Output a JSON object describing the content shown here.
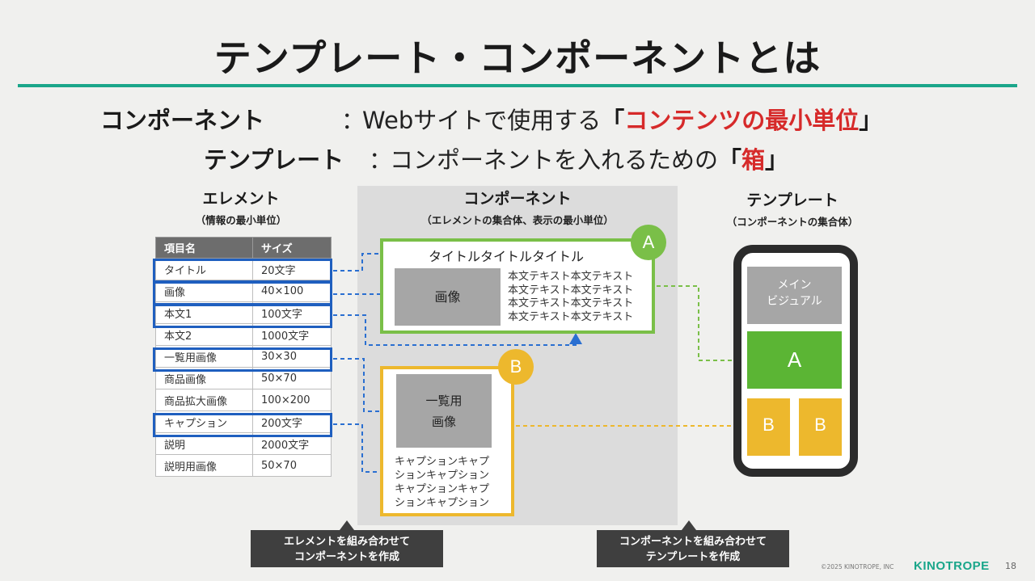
{
  "slide": {
    "title": "テンプレート・コンポーネントとは",
    "accent_color": "#1aa68a"
  },
  "definitions": {
    "component": {
      "label": "コンポーネント",
      "sep": "：",
      "text_before": "Webサイトで使用する",
      "bracket_open": "「",
      "highlight": "コンテンツの最小単位",
      "bracket_close": "」"
    },
    "template": {
      "label": "テンプレート",
      "sep": "：",
      "text_before": "コンポーネントを入れるための",
      "bracket_open": "「",
      "highlight": "箱",
      "bracket_close": "」"
    }
  },
  "sections": {
    "element": {
      "heading": "エレメント",
      "sub": "（情報の最小単位）"
    },
    "component": {
      "heading": "コンポーネント",
      "sub": "（エレメントの集合体、表示の最小単位）"
    },
    "template": {
      "heading": "テンプレート",
      "sub": "（コンポーネントの集合体）"
    }
  },
  "element_table": {
    "headers": [
      "項目名",
      "サイズ"
    ],
    "rows": [
      [
        "タイトル",
        "20文字"
      ],
      [
        "画像",
        "40×100"
      ],
      [
        "本文1",
        "100文字"
      ],
      [
        "本文2",
        "1000文字"
      ],
      [
        "一覧用画像",
        "30×30"
      ],
      [
        "商品画像",
        "50×70"
      ],
      [
        "商品拡大画像",
        "100×200"
      ],
      [
        "キャプション",
        "200文字"
      ],
      [
        "説明",
        "2000文字"
      ],
      [
        "説明用画像",
        "50×70"
      ]
    ]
  },
  "component_a": {
    "badge": "A",
    "title": "タイトルタイトルタイトル",
    "image_label": "画像",
    "body_lines": [
      "本文テキスト本文テキスト",
      "本文テキスト本文テキスト",
      "本文テキスト本文テキスト",
      "本文テキスト本文テキスト"
    ],
    "color": "#7abf48"
  },
  "component_b": {
    "badge": "B",
    "image_label_1": "一覧用",
    "image_label_2": "画像",
    "caption_lines": [
      "キャプションキャプ",
      "ションキャプション",
      "キャプションキャプ",
      "ションキャプション"
    ],
    "color": "#edb82d"
  },
  "phone": {
    "main_visual_1": "メイン",
    "main_visual_2": "ビジュアル",
    "slot_a": "A",
    "slot_b1": "B",
    "slot_b2": "B"
  },
  "callouts": {
    "left_1": "エレメントを組み合わせて",
    "left_2": "コンポーネントを作成",
    "right_1": "コンポーネントを組み合わせて",
    "right_2": "テンプレートを作成"
  },
  "footer": {
    "copyright": "©2025 KINOTROPE, INC",
    "brand": "KINOTROPE",
    "page": "18"
  }
}
